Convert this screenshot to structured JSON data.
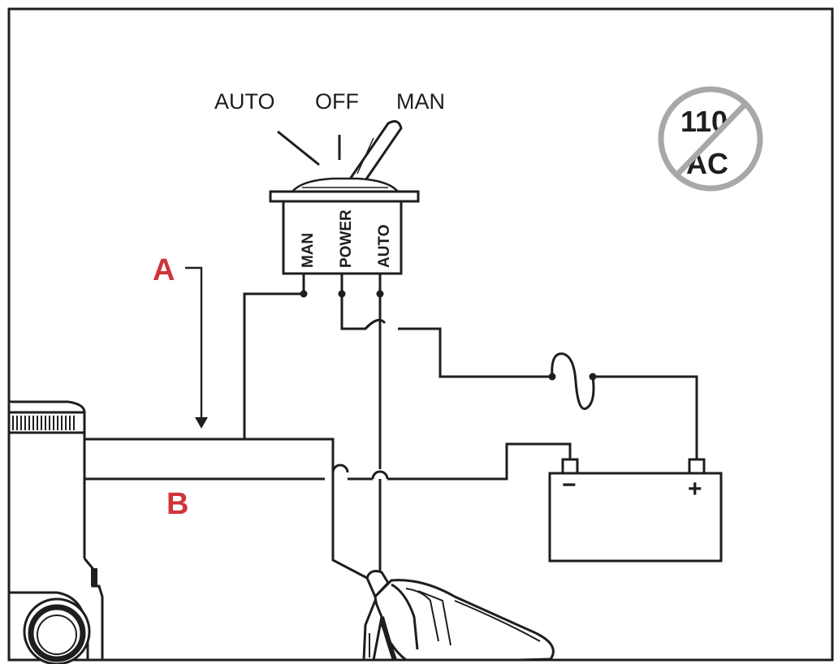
{
  "switch": {
    "positions": {
      "auto": "AUTO",
      "off": "OFF",
      "man": "MAN"
    },
    "terminals": {
      "man": "MAN",
      "power": "POWER",
      "auto": "AUTO"
    }
  },
  "labels": {
    "a": "A",
    "b": "B"
  },
  "badge": {
    "top": "110",
    "bottom": "AC"
  },
  "battery": {
    "negative": "−",
    "positive": "+"
  },
  "colors": {
    "line": "#1e1e1e",
    "accent": "#d0343b",
    "badge": "#a8a8a8"
  },
  "icons": [
    "toggle-switch-icon",
    "bilge-pump-icon",
    "float-switch-icon",
    "fuse-icon",
    "battery-icon",
    "no-ac-icon"
  ]
}
